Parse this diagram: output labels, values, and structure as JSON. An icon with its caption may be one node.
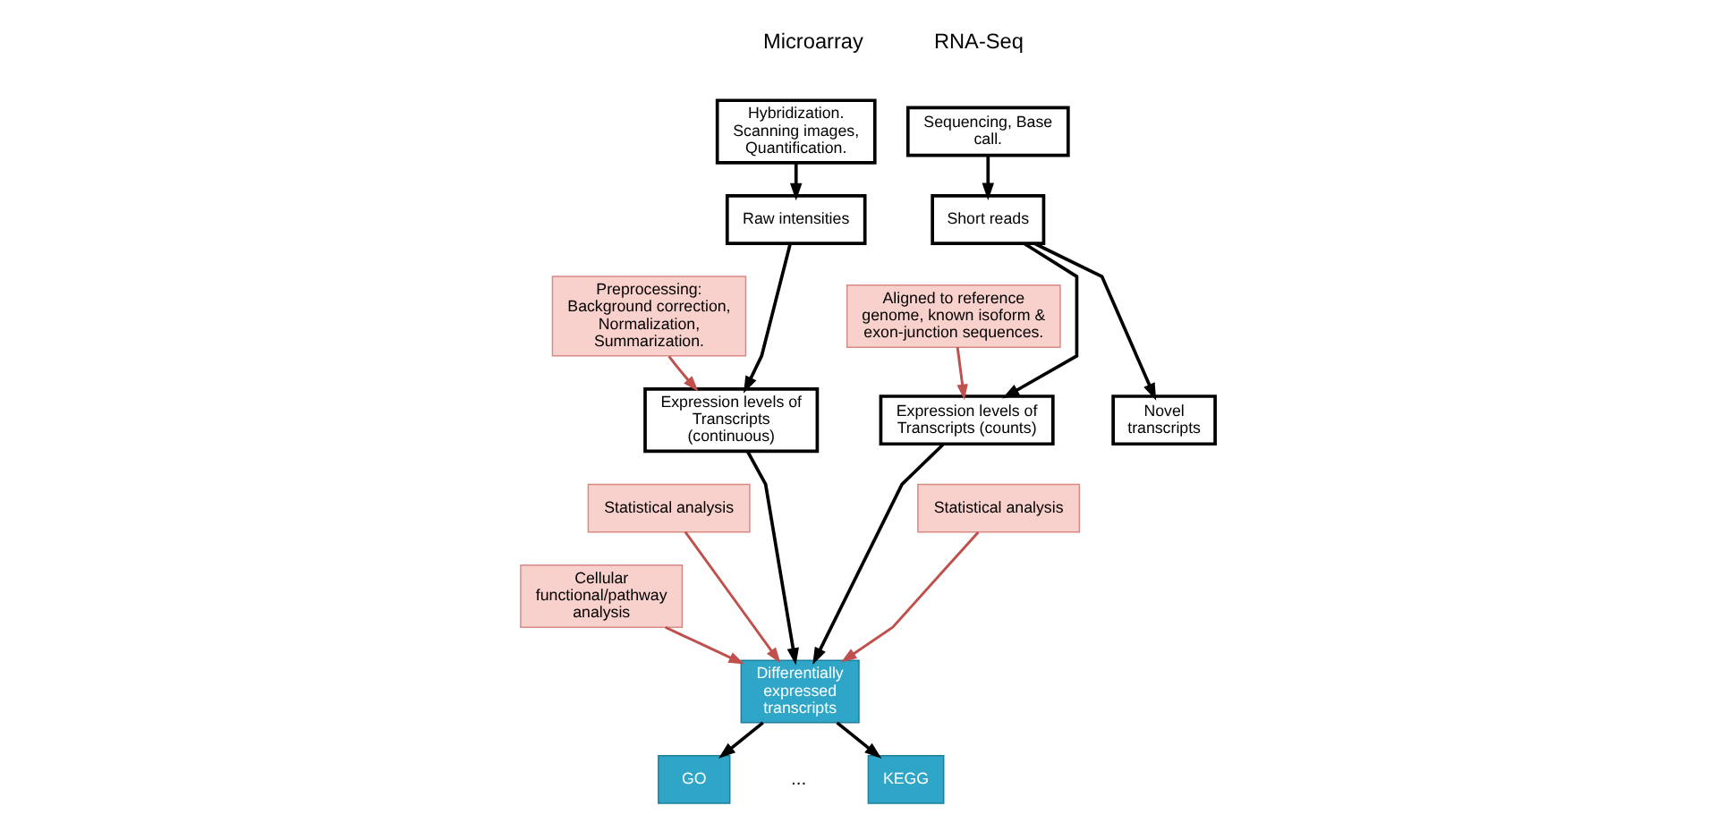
{
  "diagram": {
    "nodes": [
      {
        "text": [
          "Hybridization. Scanning images, Quantification."
        ]
      },
      {
        "text": [
          "Sequencing, Base call."
        ]
      },
      {
        "text": [
          "Raw intensities"
        ]
      },
      {
        "text": [
          "Short reads"
        ]
      },
      {
        "text": [
          "Preprocessing: Background correction, Normalization, Summarization."
        ]
      },
      {
        "text": [
          "Aligned to reference genome, known isoform & exon-junction sequences."
        ]
      },
      {
        "text": [
          "Expression levels of Transcripts (continuous)"
        ]
      },
      {
        "text": [
          "Expression levels of Transcripts (counts)"
        ]
      },
      {
        "text": [
          "Novel transcripts"
        ]
      },
      {
        "text": [
          "Statistical analysis"
        ]
      },
      {
        "text": [
          "Statistical analysis"
        ]
      },
      {
        "text": [
          "Differentially expressed transcripts"
        ]
      },
      {
        "text": [
          "Cellular functional/pathway analysis"
        ]
      },
      {
        "text": [
          "GO"
        ]
      },
      {
        "text": [
          "KEGG"
        ]
      }
    ],
    "edges": [
      {
        "from": 0,
        "to": 2,
        "arrow": "to"
      },
      {
        "from": 1,
        "to": 3,
        "arrow": "to"
      },
      {
        "from": 2,
        "to": 6,
        "arrow": "to"
      },
      {
        "from": 4,
        "to": 6,
        "arrow": "to",
        "color": "#c0504d"
      },
      {
        "from": 3,
        "to": 7,
        "arrow": "to"
      },
      {
        "from": 3,
        "to": 8,
        "arrow": "to"
      },
      {
        "from": 5,
        "to": 7,
        "arrow": "to",
        "color": "#c0504d"
      },
      {
        "from": 6,
        "to": 11,
        "arrow": "to"
      },
      {
        "from": 7,
        "to": 11,
        "arrow": "to"
      },
      {
        "from": 9,
        "to": 11,
        "arrow": "to",
        "color": "#c0504d"
      },
      {
        "from": 10,
        "to": 11,
        "arrow": "to",
        "color": "#c0504d"
      },
      {
        "from": 11,
        "to": 13,
        "arrow": "to"
      },
      {
        "from": 11,
        "to": 14,
        "arrow": "to"
      },
      {
        "from": 12,
        "to": 11,
        "arrow": "to",
        "color": "#c0504d"
      }
    ],
    "labels": [
      "Microarray",
      "RNA-Seq",
      "..."
    ]
  }
}
